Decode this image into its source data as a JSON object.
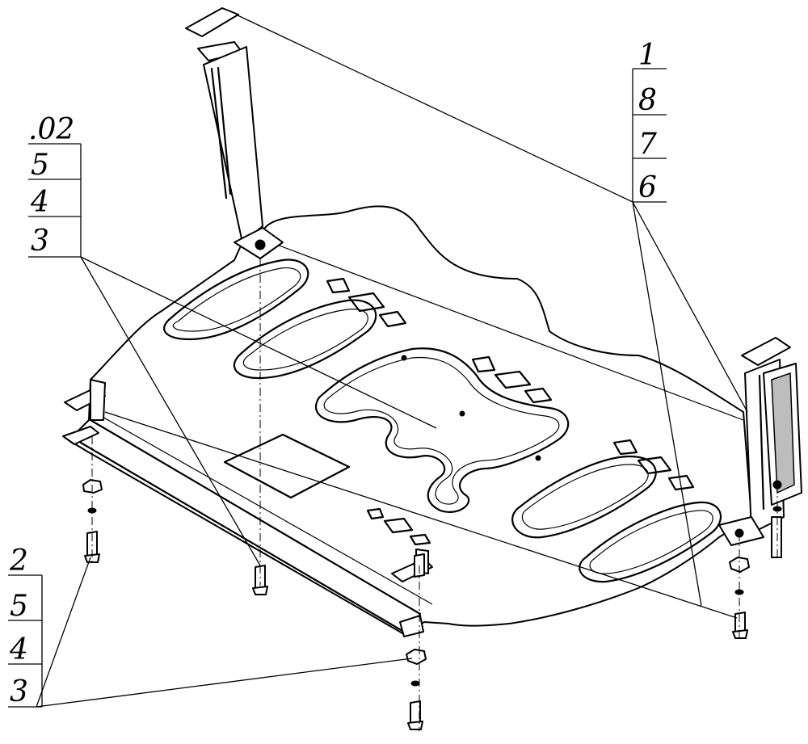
{
  "callouts": {
    "top_right": [
      "1",
      "8",
      "7",
      "6"
    ],
    "top_left": [
      ".02",
      "5",
      "4",
      "3"
    ],
    "bottom_left": [
      "2",
      "5",
      "4",
      "3"
    ]
  },
  "colors": {
    "line": "#000000",
    "background": "#ffffff"
  }
}
